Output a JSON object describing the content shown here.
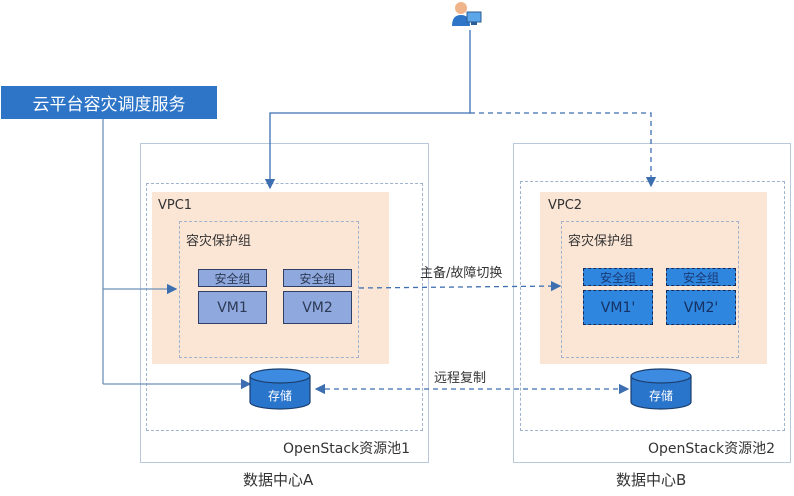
{
  "service": {
    "label": "云平台容灾调度服务"
  },
  "site_a": {
    "datacenter_label": "数据中心A",
    "pool_label": "OpenStack资源池1",
    "vpc_label": "VPC1",
    "group_label": "容灾保护组",
    "sg1": "安全组",
    "sg2": "安全组",
    "vm1": "VM1",
    "vm2": "VM2",
    "storage": "存储"
  },
  "site_b": {
    "datacenter_label": "数据中心B",
    "pool_label": "OpenStack资源池2",
    "vpc_label": "VPC2",
    "group_label": "容灾保护组",
    "sg1": "安全组",
    "sg2": "安全组",
    "vm1": "VM1'",
    "vm2": "VM2'",
    "storage": "存储"
  },
  "links": {
    "failover": "主备/故障切换",
    "replication": "远程复制"
  },
  "colors": {
    "service_bg": "#2e75c8",
    "vpc_bg": "#fbe6d6",
    "vm_primary": "#8fa8dd",
    "vm_replica": "#2e86df",
    "line": "#6d8fb8"
  },
  "icons": {
    "user": "user-computer-icon",
    "storage": "database-cylinder-icon"
  }
}
